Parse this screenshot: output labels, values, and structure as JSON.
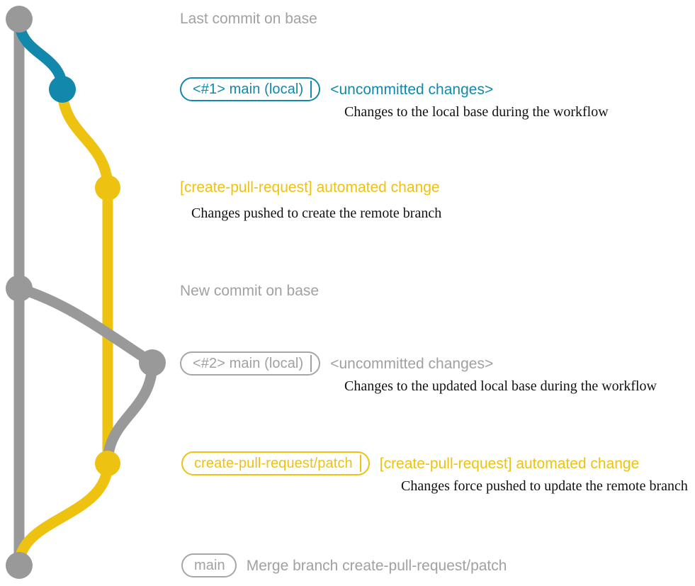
{
  "diagram": {
    "title": "git commit graph for create-pull-request workflow",
    "colors": {
      "base_gray": "#999999",
      "local_teal": "#1288AC",
      "remote_yellow": "#EDC211",
      "description_text": "#111111",
      "background": "#ffffff"
    }
  },
  "rows": [
    {
      "id": "last-commit-on-base",
      "label": "Last commit on base",
      "color": "gray",
      "has_badge": false,
      "description": null
    },
    {
      "id": "local-main-1",
      "badge": "<#1> main (local)",
      "subject": "<uncommitted changes>",
      "color": "teal",
      "has_badge": true,
      "description": "Changes to the local base during the workflow"
    },
    {
      "id": "automated-change-1",
      "badge": null,
      "subject": "[create-pull-request] automated change",
      "color": "yellow",
      "has_badge": false,
      "description": "Changes pushed to create the remote branch"
    },
    {
      "id": "new-commit-on-base",
      "label": "New commit on base",
      "color": "gray",
      "has_badge": false,
      "description": null
    },
    {
      "id": "local-main-2",
      "badge": "<#2> main (local)",
      "subject": "<uncommitted changes>",
      "color": "gray",
      "has_badge": true,
      "description": "Changes to the updated local base during the workflow"
    },
    {
      "id": "automated-change-2",
      "badge": "create-pull-request/patch",
      "subject": "[create-pull-request] automated change",
      "color": "yellow",
      "has_badge": true,
      "description": "Changes force pushed to update the remote branch"
    },
    {
      "id": "merge-commit",
      "badge": "main",
      "subject": "Merge branch create-pull-request/patch",
      "color": "gray",
      "has_badge": true,
      "description": null
    }
  ]
}
